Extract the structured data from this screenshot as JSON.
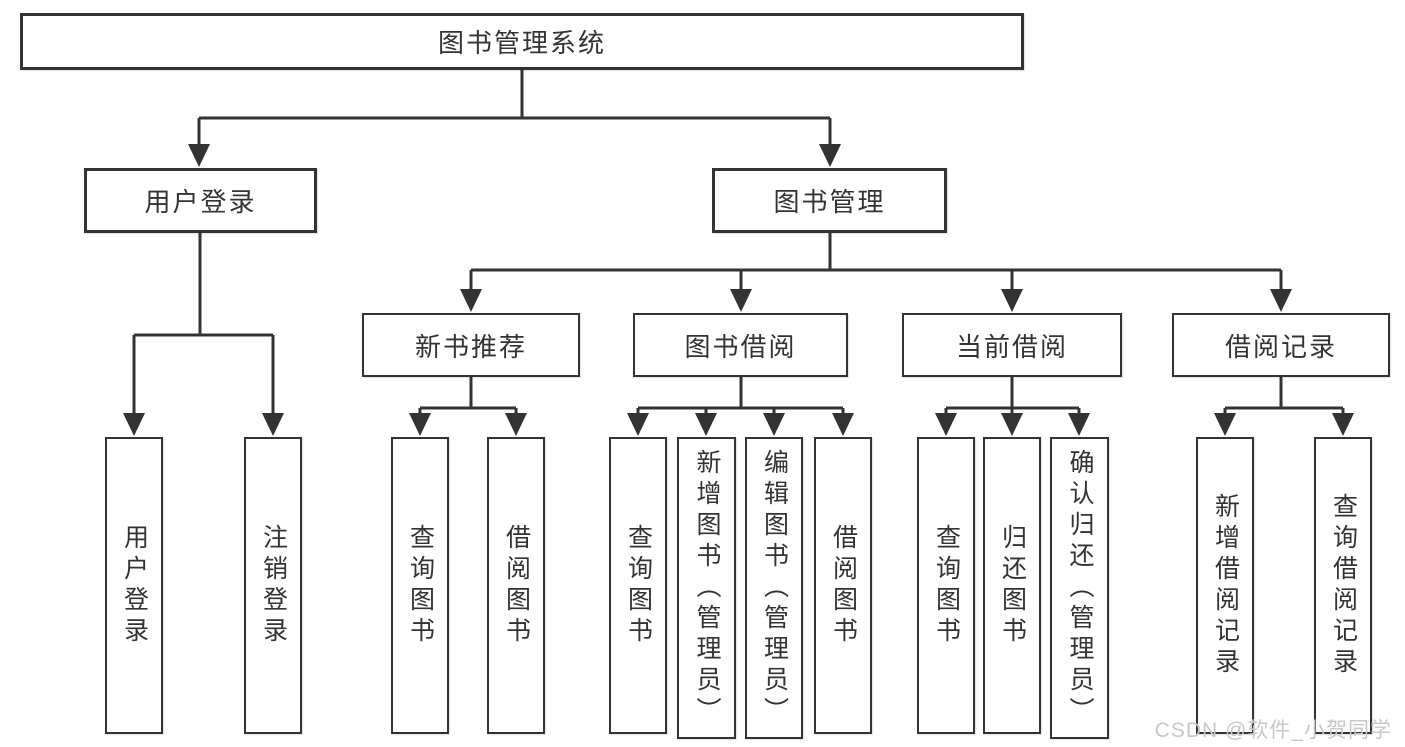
{
  "diagram_title": "图书管理系统",
  "tree": {
    "label": "图书管理系统",
    "children": [
      {
        "label": "用户登录",
        "children": [
          {
            "label": "用户登录"
          },
          {
            "label": "注销登录"
          }
        ]
      },
      {
        "label": "图书管理",
        "children": [
          {
            "label": "新书推荐",
            "children": [
              {
                "label": "查询图书"
              },
              {
                "label": "借阅图书"
              }
            ]
          },
          {
            "label": "图书借阅",
            "children": [
              {
                "label": "查询图书"
              },
              {
                "label": "新增图书（管理员）"
              },
              {
                "label": "编辑图书（管理员）"
              },
              {
                "label": "借阅图书"
              }
            ]
          },
          {
            "label": "当前借阅",
            "children": [
              {
                "label": "查询图书"
              },
              {
                "label": "归还图书"
              },
              {
                "label": "确认归还（管理员）"
              }
            ]
          },
          {
            "label": "借阅记录",
            "children": [
              {
                "label": "新增借阅记录"
              },
              {
                "label": "查询借阅记录"
              }
            ]
          }
        ]
      }
    ]
  },
  "watermark": {
    "text": "CSDN @软件_小贺同学"
  },
  "colors": {
    "line": "#333333",
    "text": "#333333",
    "watermark": "#c8c8c8",
    "background": "#ffffff"
  }
}
